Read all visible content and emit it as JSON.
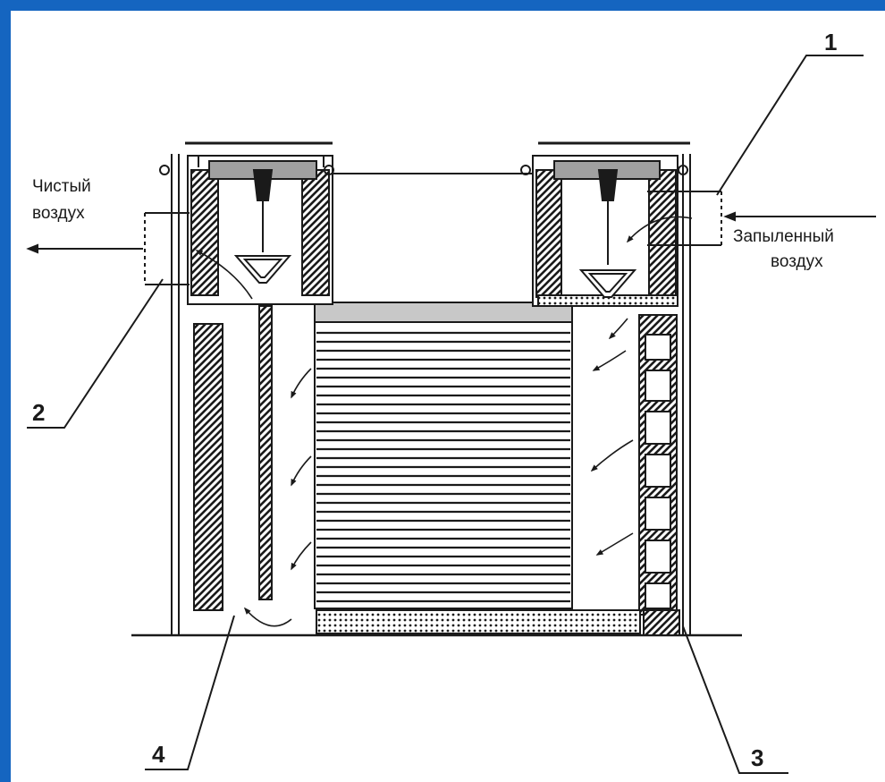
{
  "diagram": {
    "colors": {
      "border": "#1565c0",
      "background": "#ffffff",
      "line": "#1a1a1a",
      "fill_gray": "#a0a0a0",
      "filter_gray": "#c8c8c8"
    },
    "labels": {
      "clean_air_line1": "Чистый",
      "clean_air_line2": "воздух",
      "dusty_air_line1": "Запыленный",
      "dusty_air_line2": "воздух"
    },
    "callouts": [
      "1",
      "2",
      "3",
      "4"
    ]
  }
}
